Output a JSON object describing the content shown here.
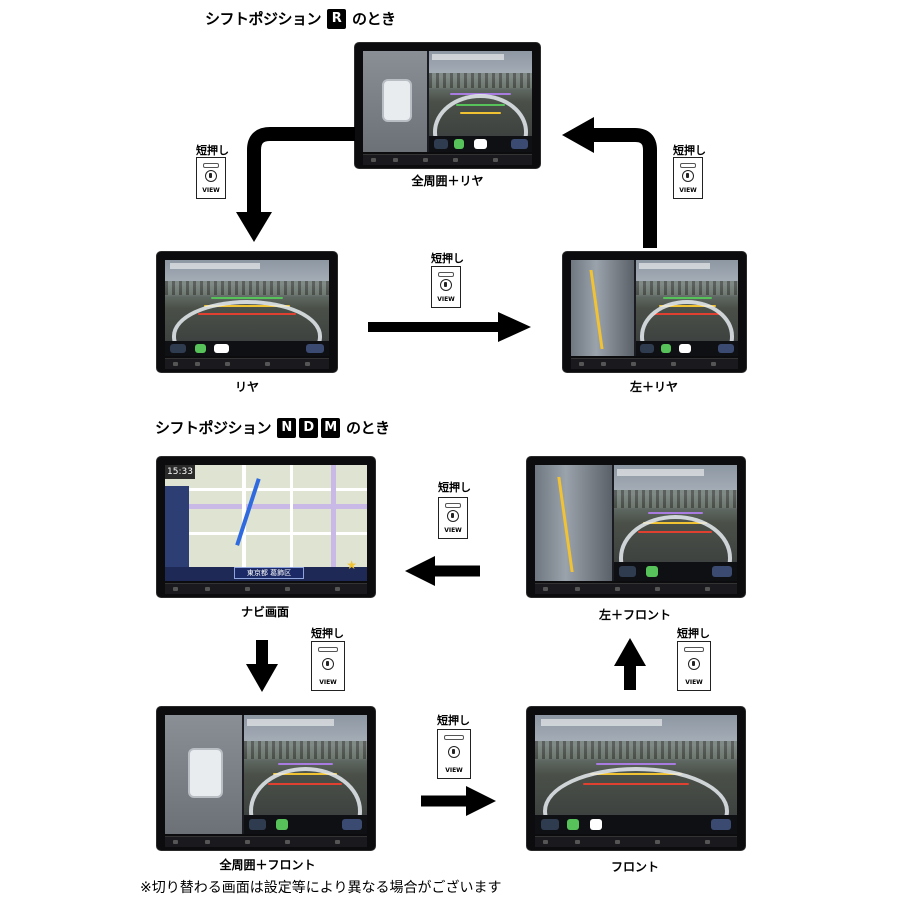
{
  "section_r": {
    "prefix": "シフトポジション",
    "keys": [
      "R"
    ],
    "suffix": "のとき"
  },
  "section_ndm": {
    "prefix": "シフトポジション",
    "keys": [
      "N",
      "D",
      "M"
    ],
    "suffix": "のとき"
  },
  "button": {
    "press_label": "短押し",
    "view_label": "VIEW"
  },
  "captions": {
    "r_top": "全周囲＋リヤ",
    "r_left": "リヤ",
    "r_right": "左＋リヤ",
    "ndm_navi": "ナビ画面",
    "ndm_left_front": "左＋フロント",
    "ndm_all_front": "全周囲＋フロント",
    "ndm_front": "フロント"
  },
  "navi": {
    "time": "15:33",
    "address": "東京都 葛飾区"
  },
  "note": "※切り替わる画面は設定等により異なる場合がございます",
  "colors": {
    "arrow": "#000000",
    "guide_red": "#e0402f",
    "guide_yellow": "#f1c232",
    "guide_green": "#57c25a",
    "guide_violet": "#a77be0"
  }
}
